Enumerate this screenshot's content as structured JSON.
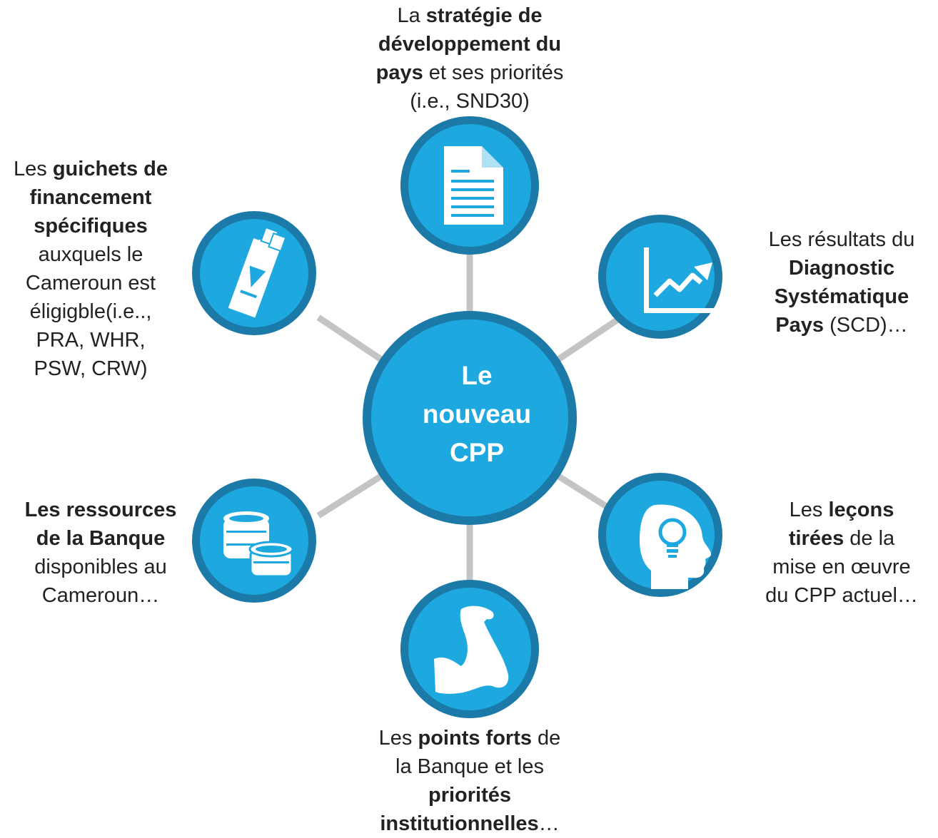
{
  "center": {
    "lines": [
      "Le",
      "nouveau",
      "CPP"
    ]
  },
  "colors": {
    "ring": "#1b7aa8",
    "fill": "#1ea8e0",
    "connector": "#c4c4c4",
    "icon": "#ffffff",
    "text": "#222222"
  },
  "nodes": [
    {
      "key": "top",
      "icon": "document-icon",
      "label": [
        [
          {
            "t": "La ",
            "b": false
          },
          {
            "t": "stratégie de",
            "b": true
          }
        ],
        [
          {
            "t": "développement du",
            "b": true
          }
        ],
        [
          {
            "t": "pays",
            "b": true
          },
          {
            "t": " et ses priorités",
            "b": false
          }
        ],
        [
          {
            "t": "(i.e., SND30)",
            "b": false
          }
        ]
      ]
    },
    {
      "key": "upper-right",
      "icon": "growth-chart-icon",
      "label": [
        [
          {
            "t": "Les résultats du",
            "b": false
          }
        ],
        [
          {
            "t": "Diagnostic",
            "b": true
          }
        ],
        [
          {
            "t": "Systématique",
            "b": true
          }
        ],
        [
          {
            "t": "Pays",
            "b": true
          },
          {
            "t": " (SCD)…",
            "b": false
          }
        ]
      ]
    },
    {
      "key": "lower-right",
      "icon": "head-lightbulb-icon",
      "label": [
        [
          {
            "t": "Les ",
            "b": false
          },
          {
            "t": "leçons",
            "b": true
          }
        ],
        [
          {
            "t": "tirées",
            "b": true
          },
          {
            "t": " de la",
            "b": false
          }
        ],
        [
          {
            "t": "mise en œuvre",
            "b": false
          }
        ],
        [
          {
            "t": "du CPP actuel…",
            "b": false
          }
        ]
      ]
    },
    {
      "key": "bottom",
      "icon": "flexed-arm-icon",
      "label": [
        [
          {
            "t": "Les ",
            "b": false
          },
          {
            "t": "points forts",
            "b": true
          },
          {
            "t": " de",
            "b": false
          }
        ],
        [
          {
            "t": "la Banque et les",
            "b": false
          }
        ],
        [
          {
            "t": "priorités",
            "b": true
          }
        ],
        [
          {
            "t": "institutionnelles",
            "b": true
          },
          {
            "t": "…",
            "b": false
          }
        ]
      ]
    },
    {
      "key": "lower-left",
      "icon": "coins-stack-icon",
      "label": [
        [
          {
            "t": "Les ressources",
            "b": true
          }
        ],
        [
          {
            "t": "de la Banque",
            "b": true
          }
        ],
        [
          {
            "t": "disponibles au",
            "b": false
          }
        ],
        [
          {
            "t": "Cameroun…",
            "b": false
          }
        ]
      ]
    },
    {
      "key": "upper-left",
      "icon": "money-clip-icon",
      "label": [
        [
          {
            "t": "Les ",
            "b": false
          },
          {
            "t": "guichets de",
            "b": true
          }
        ],
        [
          {
            "t": "financement",
            "b": true
          }
        ],
        [
          {
            "t": "spécifiques",
            "b": true
          }
        ],
        [
          {
            "t": "auxquels le",
            "b": false
          }
        ],
        [
          {
            "t": "Cameroun est",
            "b": false
          }
        ],
        [
          {
            "t": "éligigble(i.e..,",
            "b": false
          }
        ],
        [
          {
            "t": "PRA, WHR,",
            "b": false
          }
        ],
        [
          {
            "t": "PSW, CRW)",
            "b": false
          }
        ]
      ]
    }
  ]
}
